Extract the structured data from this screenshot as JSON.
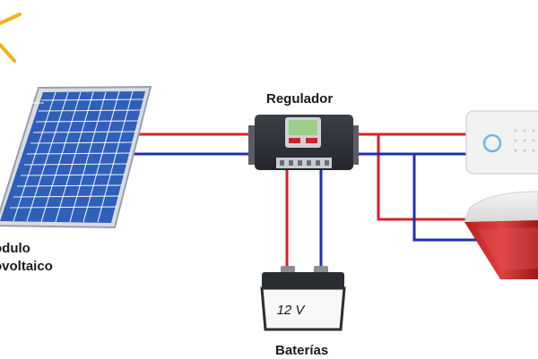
{
  "labels": {
    "regulator": "Regulador",
    "module_line1": "ódulo",
    "module_line2": "ovoltaico",
    "batteries": "Baterías"
  },
  "battery": {
    "voltage_text": "12 V"
  },
  "colors": {
    "positive_wire": "#d9202a",
    "negative_wire": "#1f2fae",
    "sun": "#f3b21b",
    "panel_cell": "#2f5fb8",
    "regulator_body": "#2f3238",
    "lcd": "#9ccf8a",
    "siren_red": "#d32a2a"
  },
  "icons": [
    "sun-icon",
    "solar-panel-icon",
    "regulator-icon",
    "battery-icon",
    "alarm-keypad-icon",
    "siren-icon"
  ]
}
